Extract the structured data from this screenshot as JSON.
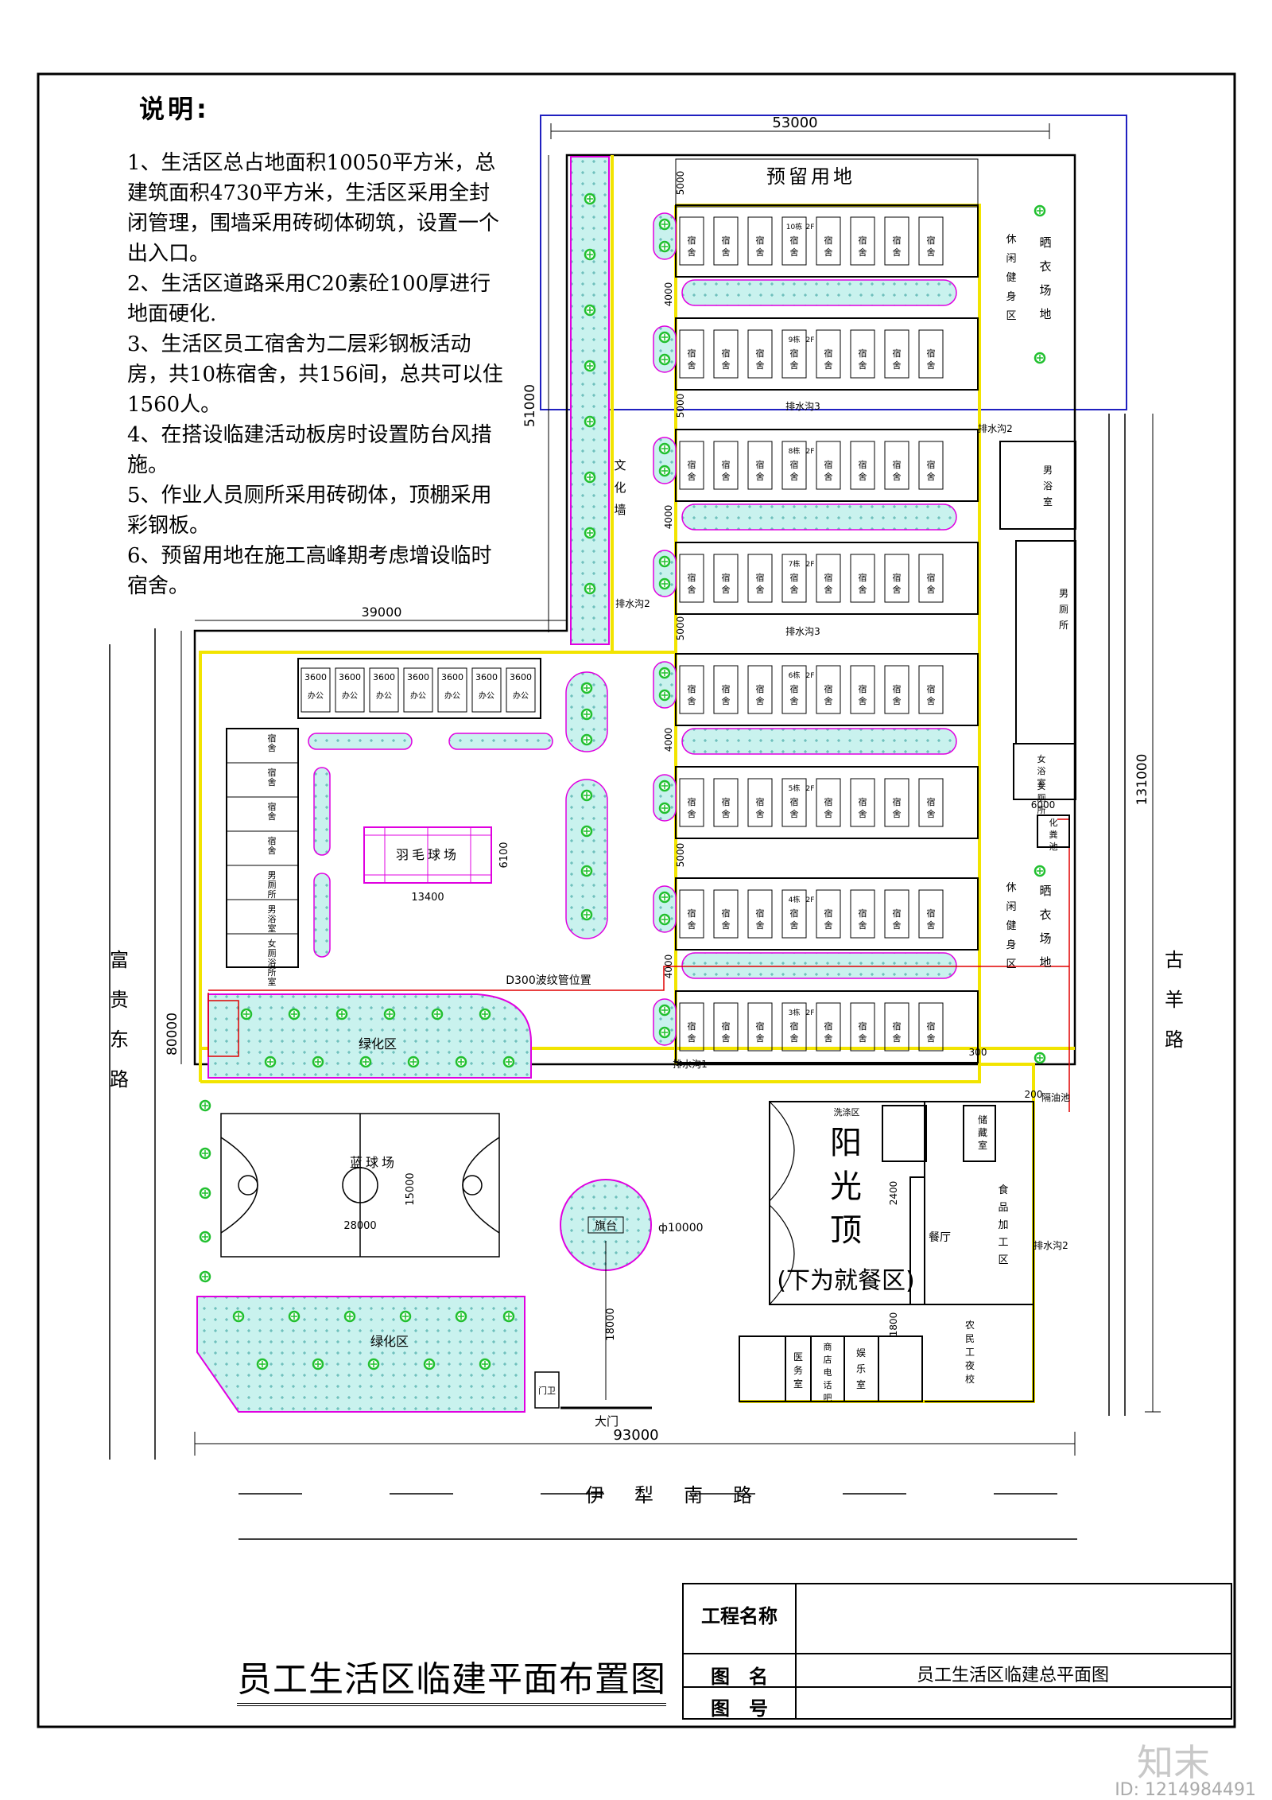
{
  "notes": {
    "title": "说明:",
    "items": [
      "1、生活区总占地面积10050平方米，总建筑面积4730平方米，生活区采用全封闭管理，围墙采用砖砌体砌筑，设置一个出入口。",
      "2、生活区道路采用C20素砼100厚进行地面硬化.",
      "3、生活区员工宿舍为二层彩钢板活动房，共10栋宿舍，共156间，总共可以住1560人。",
      "4、在搭设临建活动板房时设置防台风措施。",
      "5、作业人员厕所采用砖砌体，顶棚采用彩钢板。",
      "6、预留用地在施工高峰期考虑增设临时宿舍。"
    ]
  },
  "dimensions": {
    "top_width": "53000",
    "left_upper_height": "51000",
    "upper_wing_width": "39000",
    "left_lower_height": "80000",
    "right_height": "131000",
    "bottom_width": "93000",
    "badminton_w": "13400",
    "badminton_h": "6100",
    "basketball_w": "28000",
    "basketball_h": "15000",
    "flagpole_diameter": "ф10000",
    "gate_distance": "18000",
    "row_gap": "4000",
    "row_gap2": "5000",
    "room_width": "3600",
    "small_300": "300",
    "small_200": "200",
    "canteen_2400": "2400",
    "canteen_1800": "1800",
    "toilet_6000": "6000"
  },
  "zones": {
    "reserved_land": "预留用地",
    "culture_wall": "文化墙",
    "fitness_upper": "休闲健身区",
    "drying_upper": "晒衣场地",
    "fitness_lower": "休闲健身区",
    "drying_lower": "晒衣场地",
    "badminton": "羽毛球场",
    "basketball": "蓝球场",
    "green_middle": "绿化区",
    "green_lower": "绿化区",
    "flag_stage": "旗台",
    "sunroof_1": "阳",
    "sunroof_2": "光",
    "sunroof_3": "顶",
    "sunroof_sub": "(下为就餐区)",
    "main_gate": "大门",
    "guard_room": "门卫",
    "pipe_label": "D300波纹管位置",
    "wash_area": "洗涤区",
    "storage": "储藏室",
    "dining_hall": "餐厅",
    "food_processing": "食品加工区",
    "night_school": "农民工夜校",
    "clinic": "医务室",
    "shop": "商店电话吧",
    "recreation": "娱乐室",
    "men_bath": "男浴室",
    "men_toilet": "男厕所",
    "women_bath": "女浴室",
    "women_toilet": "女厕所",
    "septic_tank": "化粪池",
    "grease_trap": "隔油池",
    "drain_1": "排水沟1",
    "drain_2": "排水沟2",
    "drain_3": "排水沟3",
    "dorm_room": "宿舍",
    "two_floor": "2F",
    "office": "办公"
  },
  "left_building_rooms": [
    "宿舍",
    "宿舍",
    "宿舍",
    "宿舍",
    "男厕所",
    "男浴室",
    "女厕浴所室"
  ],
  "dorm_rows": [
    {
      "label": "10栋"
    },
    {
      "label": "9栋"
    },
    {
      "label": "8栋"
    },
    {
      "label": "7栋"
    },
    {
      "label": "6栋"
    },
    {
      "label": "5栋"
    },
    {
      "label": "4栋"
    },
    {
      "label": "3栋"
    }
  ],
  "roads": {
    "west": "富贵东路",
    "east": "古羊路",
    "south": "伊犁南路"
  },
  "title_block": {
    "project_label": "工程名称",
    "project_value": "",
    "drawing_name_label": "图　名",
    "drawing_name_value": "员工生活区临建总平面图",
    "drawing_no_label": "图　号",
    "drawing_no_value": ""
  },
  "drawing_title": "员工生活区临建平面布置图",
  "watermark": {
    "logo": "知末",
    "id": "ID: 1214984491"
  },
  "colors": {
    "wall": "#000000",
    "road": "#f5e600",
    "green_fill": "#bff0ec",
    "green_edge": "#e000e0",
    "tree": "#2ecc40",
    "court": "#e000e0",
    "pipe": "#e00000",
    "reserved": "#2020c0",
    "drain": "#00a000"
  }
}
